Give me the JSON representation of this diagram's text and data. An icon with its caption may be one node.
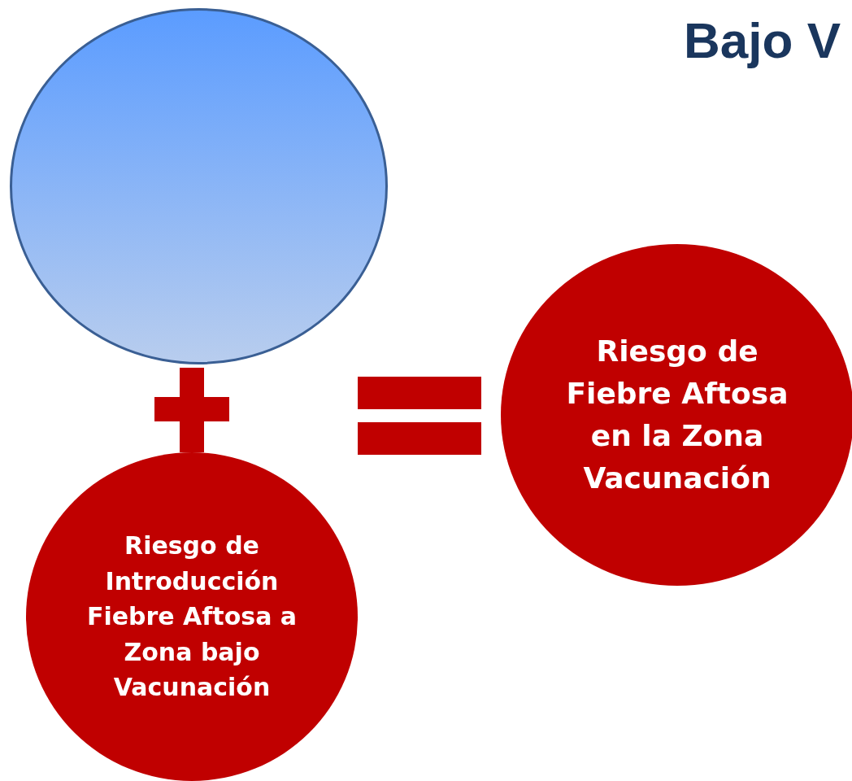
{
  "diagram": {
    "title": "Bajo V",
    "nodes": [
      {
        "text": [],
        "shape": "circle"
      },
      {
        "text": [
          "Riesgo de Introducción Fiebre Aftosa a Zona bajo Vacunación"
        ]
      },
      {
        "text": [
          "Riesgo de Fiebre Aftosa en la Zona Vacunación"
        ]
      }
    ]
  }
}
